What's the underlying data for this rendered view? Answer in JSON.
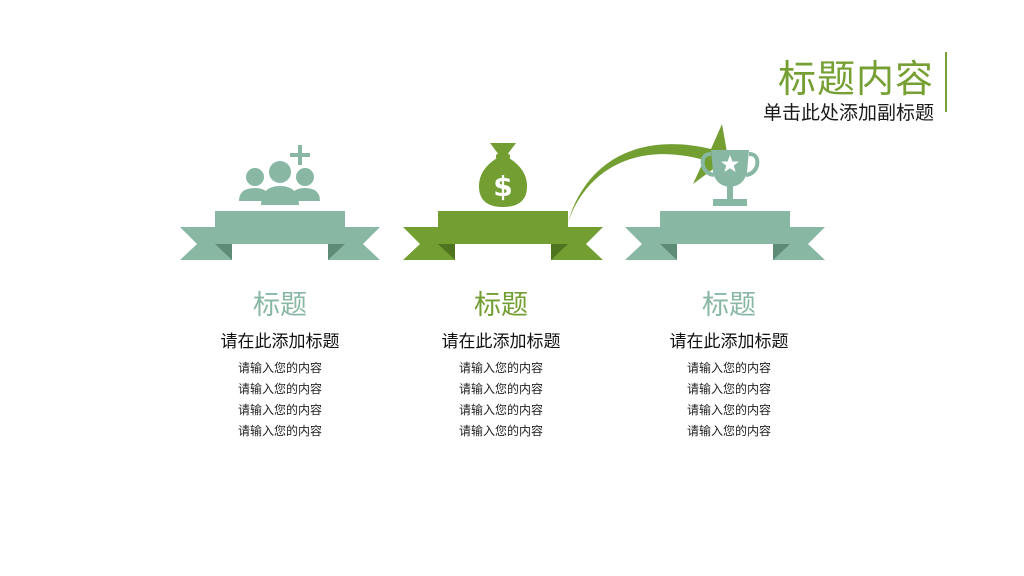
{
  "header": {
    "title": "标题内容",
    "subtitle": "单击此处添加副标题"
  },
  "colors": {
    "teal": "#88b8a4",
    "teal_dark": "#5e8b76",
    "green": "#739e32",
    "green_dark": "#4f7420",
    "accent": "#76a033"
  },
  "columns": [
    {
      "icon": "people-add-icon",
      "ribbon_color": "teal",
      "title": "标题",
      "subtitle": "请在此添加标题",
      "lines": [
        "请输入您的内容",
        "请输入您的内容",
        "请输入您的内容",
        "请输入您的内容"
      ]
    },
    {
      "icon": "money-bag-icon",
      "ribbon_color": "green",
      "title": "标题",
      "subtitle": "请在此添加标题",
      "lines": [
        "请输入您的内容",
        "请输入您的内容",
        "请输入您的内容",
        "请输入您的内容"
      ]
    },
    {
      "icon": "trophy-icon",
      "ribbon_color": "teal",
      "title": "标题",
      "subtitle": "请在此添加标题",
      "lines": [
        "请输入您的内容",
        "请输入您的内容",
        "请输入您的内容",
        "请输入您的内容"
      ]
    }
  ]
}
